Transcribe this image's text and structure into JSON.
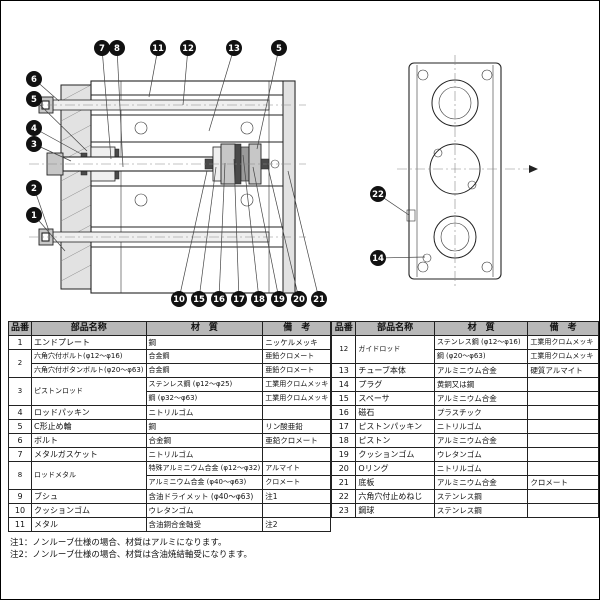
{
  "diagram": {
    "callouts": {
      "top": [
        "7",
        "8",
        "11",
        "12",
        "13",
        "5"
      ],
      "left": [
        "6",
        "5",
        "4",
        "3",
        "2",
        "1"
      ],
      "bottom": [
        "10",
        "15",
        "16",
        "17",
        "18",
        "19",
        "20",
        "21"
      ],
      "side": [
        "22",
        "14"
      ]
    }
  },
  "parts_table": {
    "headers": [
      "品番",
      "部品名称",
      "材　質",
      "備　考"
    ],
    "left_rows": [
      {
        "no": "1",
        "lines": [
          {
            "name": "エンドプレート",
            "mat": "鋼",
            "note": "ニッケルメッキ"
          }
        ]
      },
      {
        "no": "2",
        "lines": [
          {
            "name": "六角穴付ボルト(φ12～φ16)",
            "mat": "合金鋼",
            "note": "亜鉛クロメート"
          },
          {
            "name": "六角穴付ボタンボルト(φ20～φ63)",
            "mat": "合金鋼",
            "note": "亜鉛クロメート"
          }
        ]
      },
      {
        "no": "3",
        "lines": [
          {
            "name": "ピストンロッド",
            "span": 2,
            "mat": "ステンレス鋼 (φ12～φ25)",
            "note": "工業用クロムメッキ"
          },
          {
            "mat": "鋼 (φ32～φ63)",
            "note": "工業用クロムメッキ"
          }
        ]
      },
      {
        "no": "4",
        "lines": [
          {
            "name": "ロッドパッキン",
            "mat": "ニトリルゴム",
            "note": ""
          }
        ]
      },
      {
        "no": "5",
        "lines": [
          {
            "name": "C形止め輪",
            "mat": "鋼",
            "note": "リン酸亜鉛"
          }
        ]
      },
      {
        "no": "6",
        "lines": [
          {
            "name": "ボルト",
            "mat": "合金鋼",
            "note": "亜鉛クロメート"
          }
        ]
      },
      {
        "no": "7",
        "lines": [
          {
            "name": "メタルガスケット",
            "mat": "ニトリルゴム",
            "note": ""
          }
        ]
      },
      {
        "no": "8",
        "lines": [
          {
            "name": "ロッドメタル",
            "span": 2,
            "mat": "特殊アルミニウム合金 (φ12～φ32)",
            "note": "アルマイト"
          },
          {
            "mat": "アルミニウム合金 (φ40～φ63)",
            "note": "クロメート"
          }
        ]
      },
      {
        "no": "9",
        "lines": [
          {
            "name": "ブシュ",
            "mat": "含油ドライメット (φ40～φ63)",
            "note": "注1"
          }
        ]
      },
      {
        "no": "10",
        "lines": [
          {
            "name": "クッションゴム",
            "mat": "ウレタンゴム",
            "note": ""
          }
        ]
      },
      {
        "no": "11",
        "lines": [
          {
            "name": "メタル",
            "mat": "含油銅合金軸受",
            "note": "注2"
          }
        ]
      }
    ],
    "right_rows": [
      {
        "no": "12",
        "lines": [
          {
            "name": "ガイドロッド",
            "span": 2,
            "mat": "ステンレス鋼 (φ12～φ16)",
            "note": "工業用クロムメッキ"
          },
          {
            "mat": "鋼 (φ20～φ63)",
            "note": "工業用クロムメッキ"
          }
        ]
      },
      {
        "no": "13",
        "lines": [
          {
            "name": "チューブ本体",
            "mat": "アルミニウム合金",
            "note": "硬質アルマイト"
          }
        ]
      },
      {
        "no": "14",
        "lines": [
          {
            "name": "プラグ",
            "mat": "黄銅又は鋼",
            "note": ""
          }
        ]
      },
      {
        "no": "15",
        "lines": [
          {
            "name": "スペーサ",
            "mat": "アルミニウム合金",
            "note": ""
          }
        ]
      },
      {
        "no": "16",
        "lines": [
          {
            "name": "磁石",
            "mat": "プラスチック",
            "note": ""
          }
        ]
      },
      {
        "no": "17",
        "lines": [
          {
            "name": "ピストンパッキン",
            "mat": "ニトリルゴム",
            "note": ""
          }
        ]
      },
      {
        "no": "18",
        "lines": [
          {
            "name": "ピストン",
            "mat": "アルミニウム合金",
            "note": ""
          }
        ]
      },
      {
        "no": "19",
        "lines": [
          {
            "name": "クッションゴム",
            "mat": "ウレタンゴム",
            "note": ""
          }
        ]
      },
      {
        "no": "20",
        "lines": [
          {
            "name": "Oリング",
            "mat": "ニトリルゴム",
            "note": ""
          }
        ]
      },
      {
        "no": "21",
        "lines": [
          {
            "name": "底板",
            "mat": "アルミニウム合金",
            "note": "クロメート"
          }
        ]
      },
      {
        "no": "22",
        "lines": [
          {
            "name": "六角穴付止めねじ",
            "mat": "ステンレス鋼",
            "note": ""
          }
        ]
      },
      {
        "no": "23",
        "lines": [
          {
            "name": "鋼球",
            "mat": "ステンレス鋼",
            "note": ""
          }
        ]
      }
    ]
  },
  "footnotes": [
    "注1：ノンルーブ仕様の場合、材質はアルミになります。",
    "注2：ノンルーブ仕様の場合、材質は含油焼結軸受になります。"
  ]
}
